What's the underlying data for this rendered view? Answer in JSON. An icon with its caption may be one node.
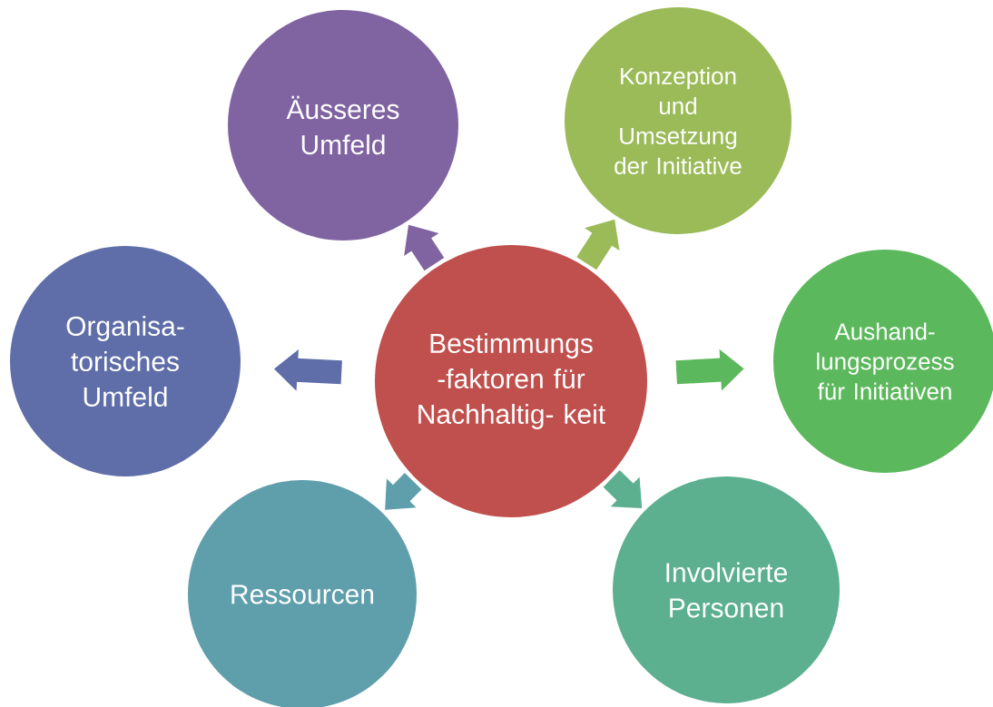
{
  "diagram": {
    "nodes": [
      {
        "text": [
          "Bestimmungs -faktoren für Nachhaltig- keit"
        ]
      },
      {
        "text": [
          "Äusseres Umfeld"
        ]
      },
      {
        "text": [
          "Konzeption und Umsetzung der Initiative"
        ]
      },
      {
        "text": [
          "Organisa- torisches Umfeld"
        ]
      },
      {
        "text": [
          "Aushand- lungsprozess für Initiativen"
        ]
      },
      {
        "text": [
          "Ressourcen"
        ]
      },
      {
        "text": [
          "Involvierte Personen"
        ]
      }
    ],
    "edges": [
      {
        "from": 0,
        "to": 1,
        "arrow": "to",
        "color": "#8064a2"
      },
      {
        "from": 0,
        "to": 2,
        "arrow": "to",
        "color": "#9bbb59"
      },
      {
        "from": 0,
        "to": 3,
        "arrow": "to",
        "color": "#5f6ea8"
      },
      {
        "from": 0,
        "to": 4,
        "arrow": "to",
        "color": "#5cb85c"
      },
      {
        "from": 0,
        "to": 5,
        "arrow": "to",
        "color": "#5f9eab"
      },
      {
        "from": 0,
        "to": 6,
        "arrow": "to",
        "color": "#5db08f"
      }
    ]
  }
}
